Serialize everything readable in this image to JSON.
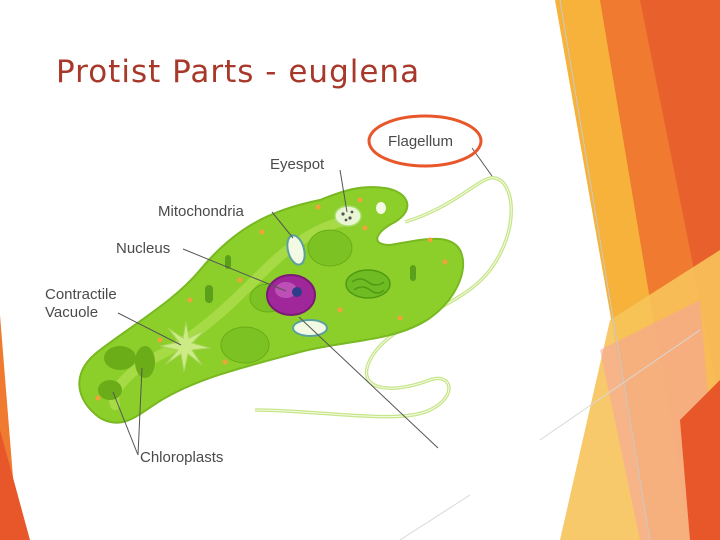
{
  "slide": {
    "title": "Protist Parts - euglena"
  },
  "diagram": {
    "labels": {
      "flagellum": "Flagellum",
      "eyespot": "Eyespot",
      "mitochondria": "Mitochondria",
      "nucleus": "Nucleus",
      "contractile_line1": "Contractile",
      "contractile_line2": "Vacuole",
      "chloroplasts": "Chloroplasts"
    },
    "colors": {
      "title": "#a7382a",
      "cell_body": "#8ccf2a",
      "cell_body_light": "#b9e35a",
      "nucleus": "#a0279a",
      "highlight_ring": "#e8572a",
      "accent_orange": "#ef7a30",
      "accent_yellow": "#f6b23a"
    }
  }
}
